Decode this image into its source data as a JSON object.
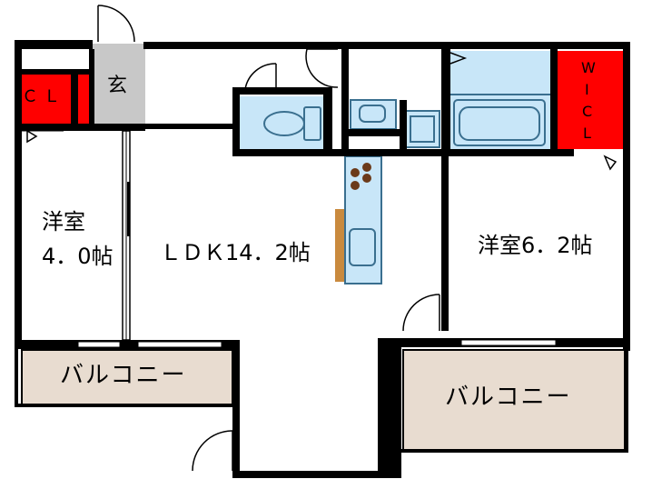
{
  "labels": {
    "closet": "ＣＬ",
    "entrance": "玄",
    "room_west_line1": "洋室",
    "room_west_line2": "4．0帖",
    "ldk": "ＬＤＫ14．2帖",
    "room_east": "洋室6．2帖",
    "balcony_west": "バルコニー",
    "balcony_east": "バルコニー",
    "wicl_line1": "W",
    "wicl_line2": "I",
    "wicl_line3": "C",
    "wicl_line4": "L"
  },
  "colors": {
    "wall": "#000000",
    "closet_red": "#ff0000",
    "entrance_gray": "#c8c8c8",
    "fixture_blue": "#c8e6f8",
    "fixture_outline": "#3a6f8f",
    "balcony_fill": "#e8dcd0",
    "counter_wood": "#c98a3e",
    "floor": "#ffffff"
  }
}
